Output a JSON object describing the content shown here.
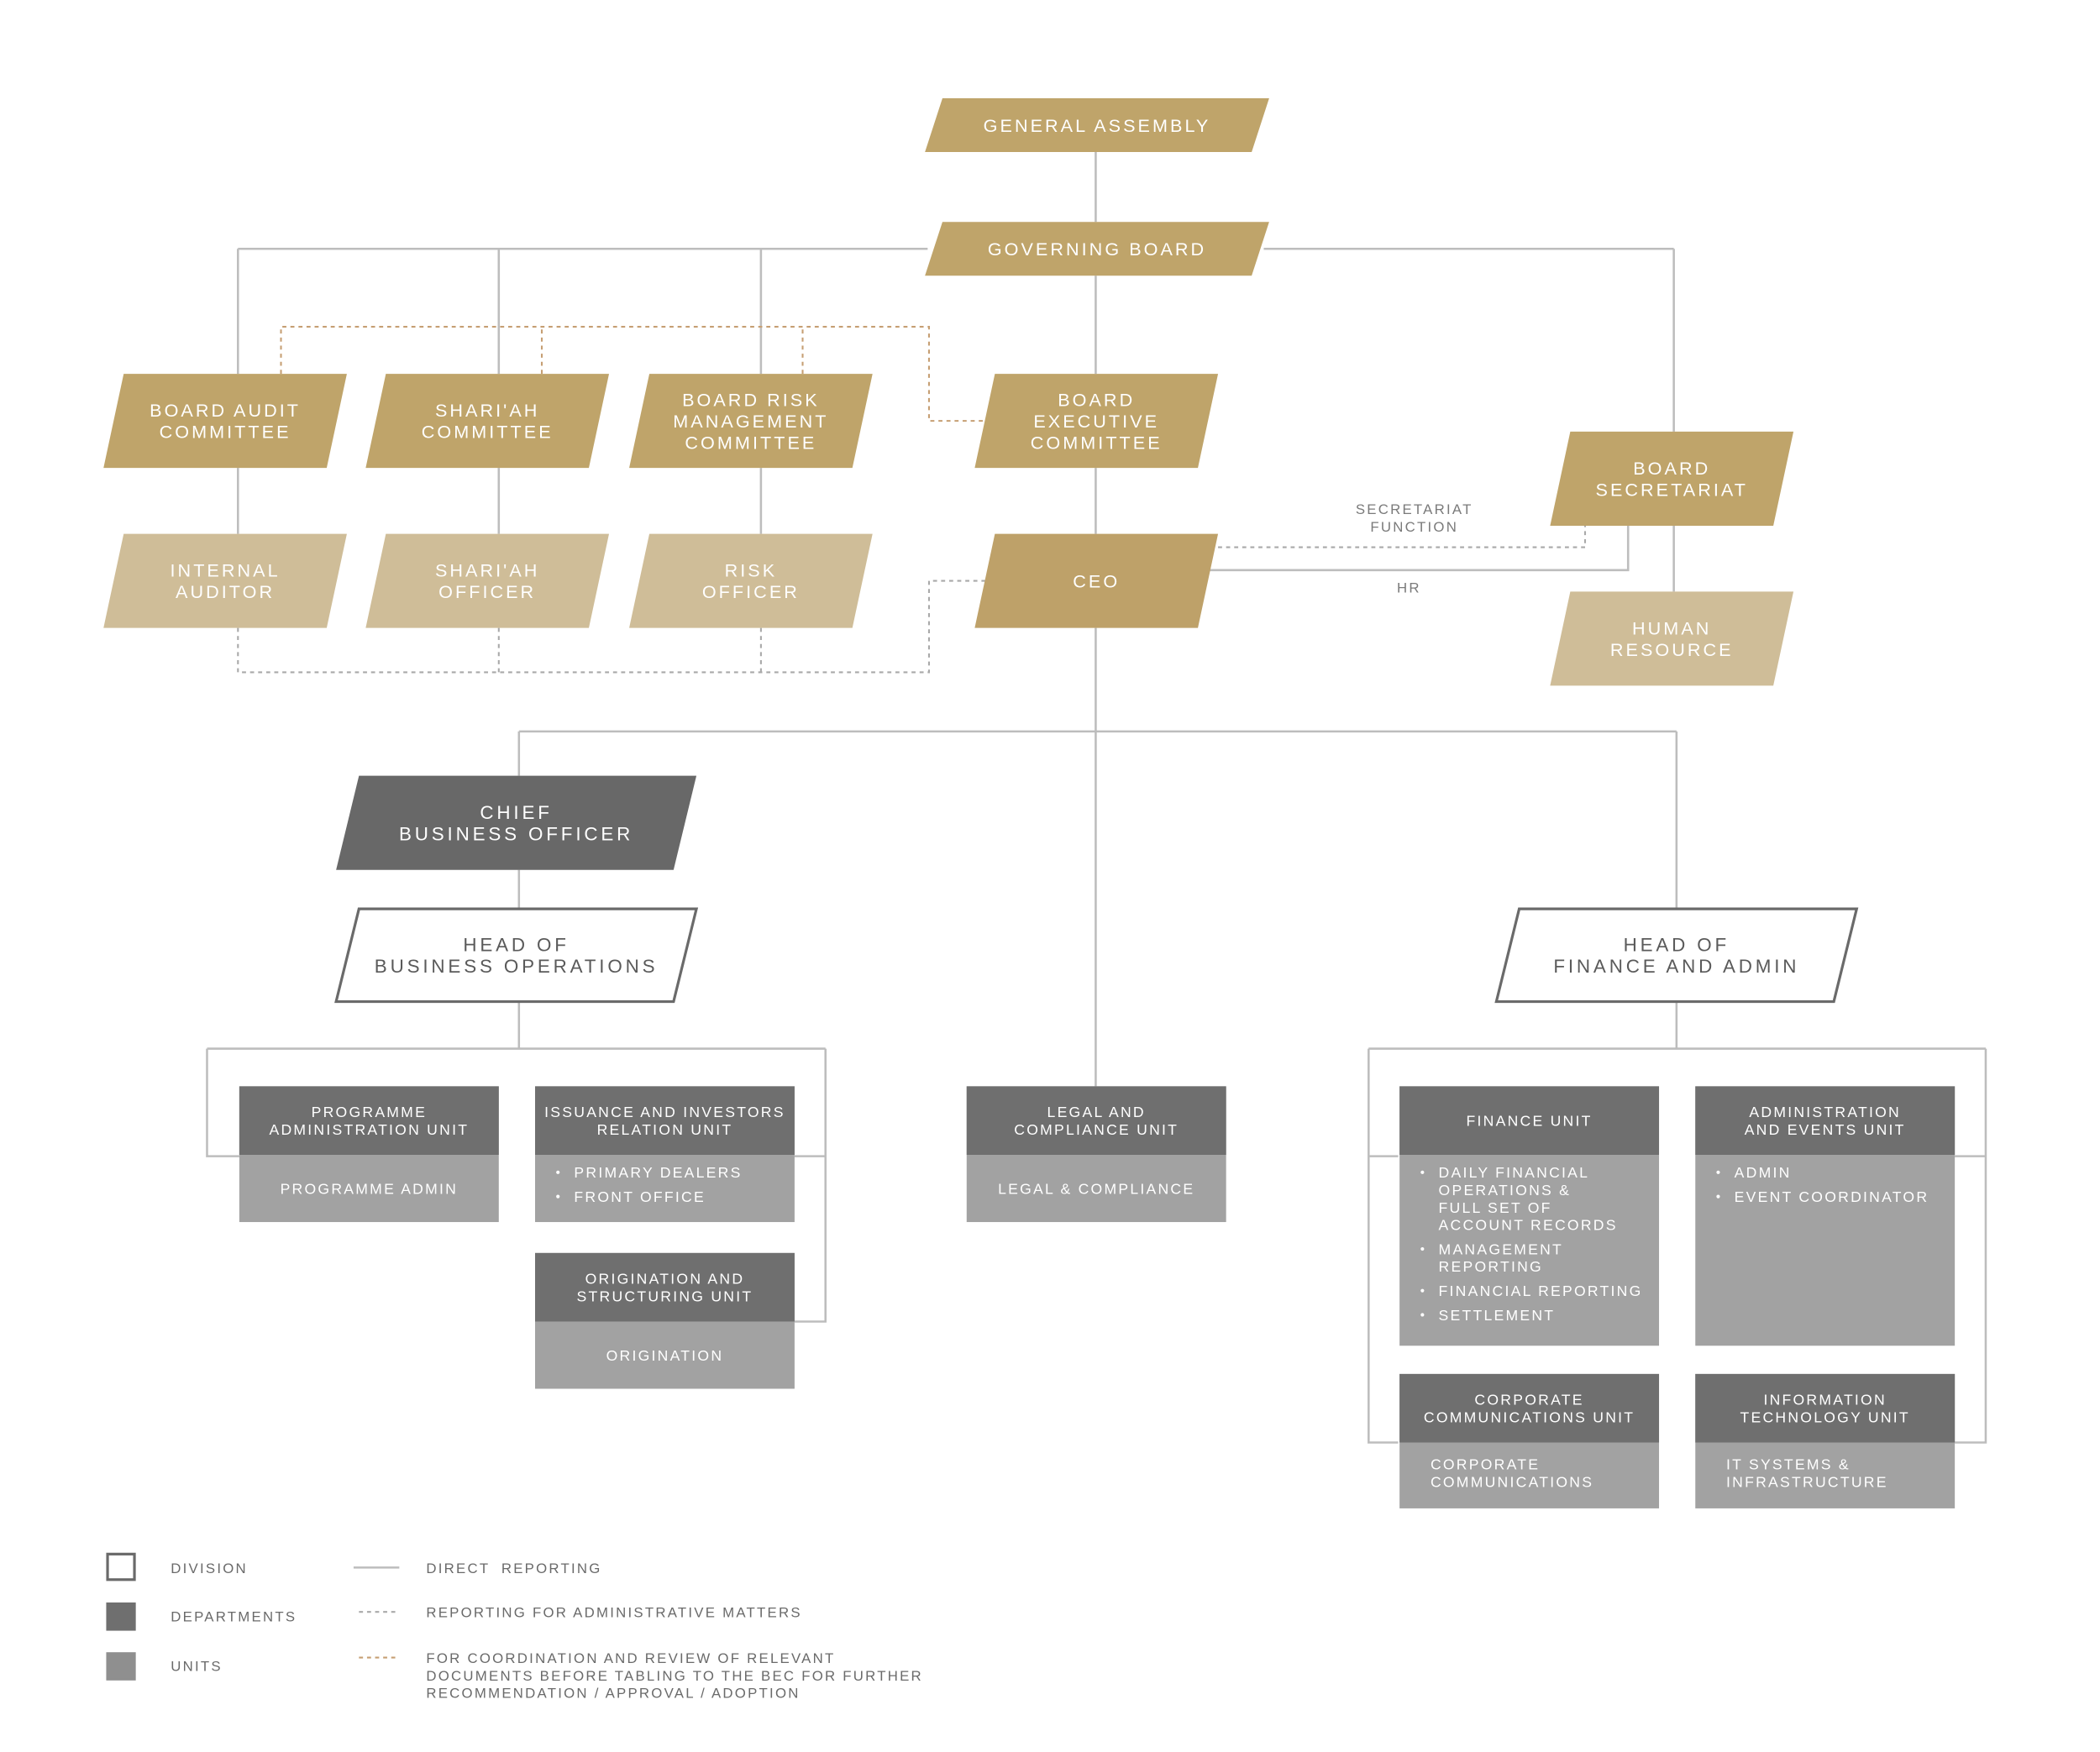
{
  "colors": {
    "gold": "#bfa46a",
    "gold_light": "#cfbd98",
    "department": "#6f6f6f",
    "unit": "#a2a2a2",
    "line": "#bdbdbd",
    "dotted_gray": "#a9a9a9",
    "dotted_gold": "#c69f73",
    "division_stroke": "#6a6a6a",
    "text_light": "#ffffff",
    "text_dark": "#5a5a5a"
  },
  "nodes": {
    "general_assembly": [
      "GENERAL ASSEMBLY"
    ],
    "governing_board": [
      "GOVERNING BOARD"
    ],
    "board_audit_committee": [
      "BOARD AUDIT",
      "COMMITTEE"
    ],
    "shariah_committee": [
      "SHARI'AH",
      "COMMITTEE"
    ],
    "board_risk_committee": [
      "BOARD RISK",
      "MANAGEMENT",
      "COMMITTEE"
    ],
    "board_executive_committee": [
      "BOARD",
      "EXECUTIVE",
      "COMMITTEE"
    ],
    "board_secretariat": [
      "BOARD",
      "SECRETARIAT"
    ],
    "internal_auditor": [
      "INTERNAL",
      "AUDITOR"
    ],
    "shariah_officer": [
      "SHARI'AH",
      "OFFICER"
    ],
    "risk_officer": [
      "RISK",
      "OFFICER"
    ],
    "ceo": [
      "CEO"
    ],
    "human_resource": [
      "HUMAN",
      "RESOURCE"
    ],
    "chief_business_officer": [
      "CHIEF",
      "BUSINESS OFFICER"
    ],
    "head_business_operations": [
      "HEAD OF",
      "BUSINESS OPERATIONS"
    ],
    "head_finance_admin": [
      "HEAD OF",
      "FINANCE AND ADMIN"
    ]
  },
  "annotations": {
    "secretariat_function": [
      "SECRETARIAT",
      "FUNCTION"
    ],
    "hr": [
      "HR"
    ]
  },
  "units": {
    "programme_admin": {
      "header": [
        "PROGRAMME",
        "ADMINISTRATION UNIT"
      ],
      "body": [
        "PROGRAMME ADMIN"
      ]
    },
    "issuance": {
      "header": [
        "ISSUANCE AND INVESTORS",
        "RELATION UNIT"
      ],
      "bullets": [
        [
          "PRIMARY DEALERS"
        ],
        [
          "FRONT OFFICE"
        ]
      ]
    },
    "origination": {
      "header": [
        "ORIGINATION AND",
        "STRUCTURING UNIT"
      ],
      "body": [
        "ORIGINATION"
      ]
    },
    "legal": {
      "header": [
        "LEGAL AND",
        "COMPLIANCE UNIT"
      ],
      "body": [
        "LEGAL & COMPLIANCE"
      ]
    },
    "finance": {
      "header": [
        "FINANCE UNIT"
      ],
      "bullets": [
        [
          "DAILY FINANCIAL",
          "OPERATIONS &",
          "FULL SET OF",
          "ACCOUNT RECORDS"
        ],
        [
          "MANAGEMENT",
          "REPORTING"
        ],
        [
          "FINANCIAL REPORTING"
        ],
        [
          "SETTLEMENT"
        ]
      ]
    },
    "admin_events": {
      "header": [
        "ADMINISTRATION",
        "AND EVENTS UNIT"
      ],
      "bullets": [
        [
          "ADMIN"
        ],
        [
          "EVENT COORDINATOR"
        ]
      ]
    },
    "corp_comms": {
      "header": [
        "CORPORATE",
        "COMMUNICATIONS UNIT"
      ],
      "body": [
        "CORPORATE",
        "COMMUNICATIONS"
      ]
    },
    "it": {
      "header": [
        "INFORMATION",
        "TECHNOLOGY UNIT"
      ],
      "body": [
        "IT SYSTEMS &",
        "INFRASTRUCTURE"
      ]
    }
  },
  "legend": {
    "division": "DIVISION",
    "departments": "DEPARTMENTS",
    "units": "UNITS",
    "direct_reporting": "DIRECT  REPORTING",
    "admin_reporting": "REPORTING FOR ADMINISTRATIVE MATTERS",
    "coordination": [
      "FOR COORDINATION AND REVIEW OF RELEVANT",
      "DOCUMENTS BEFORE TABLING TO THE BEC FOR FURTHER",
      "RECOMMENDATION / APPROVAL / ADOPTION"
    ]
  }
}
